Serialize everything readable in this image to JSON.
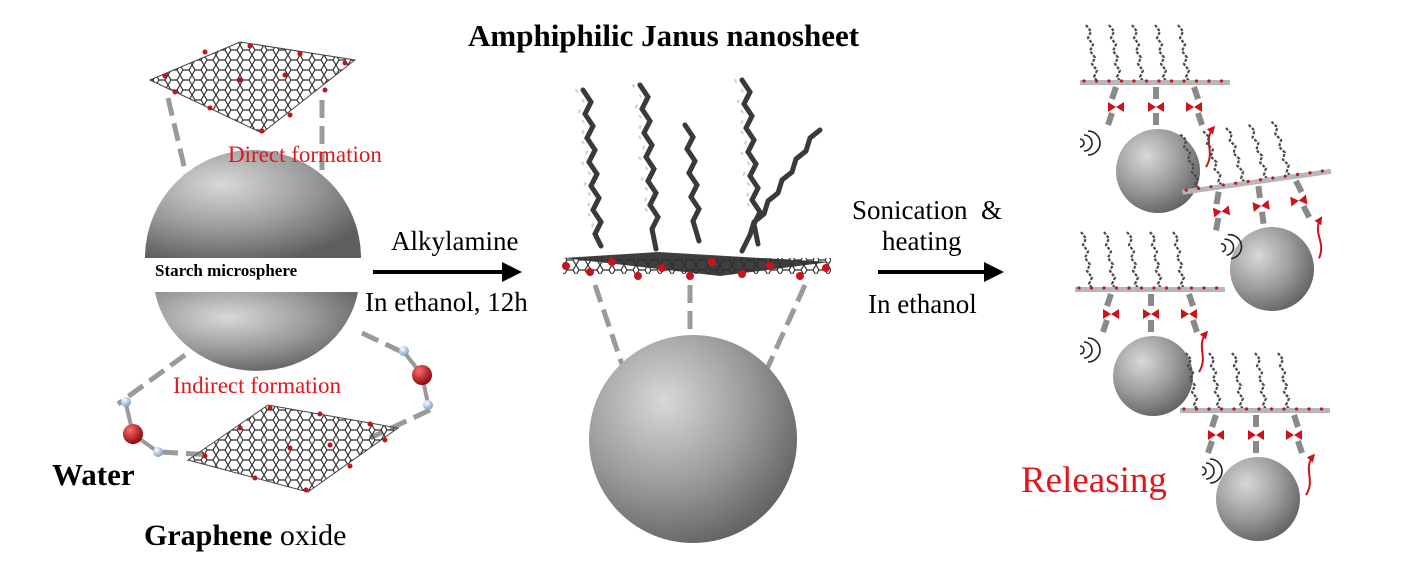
{
  "title": "Amphiphilic Janus nanosheet",
  "labels": {
    "direct_formation": "Direct formation",
    "indirect_formation": "Indirect formation",
    "starch_microsphere": "Starch microsphere",
    "water": "Water",
    "graphene_bold": "Graphene",
    "graphene_rest": " oxide",
    "step1_reagent": "Alkylamine",
    "step1_conditions": "In ethanol, 12h",
    "step2_line1": "Sonication  &",
    "step2_line2": "heating",
    "step2_conditions": "In ethanol",
    "releasing": "Releasing"
  },
  "colors": {
    "sphere": "#8e8e8e",
    "sphere_highlight": "#d4d4d4",
    "red_text": "#e3161b",
    "oxygen": "#c8141a",
    "hydrogen": "#8fb2d6",
    "carbon": "#3a3a3a",
    "arrow": "#000000"
  },
  "icons": {
    "bond": "red-bowtie-icon",
    "sonication": "sound-wave-icon",
    "release": "curved-arrow-icon"
  }
}
